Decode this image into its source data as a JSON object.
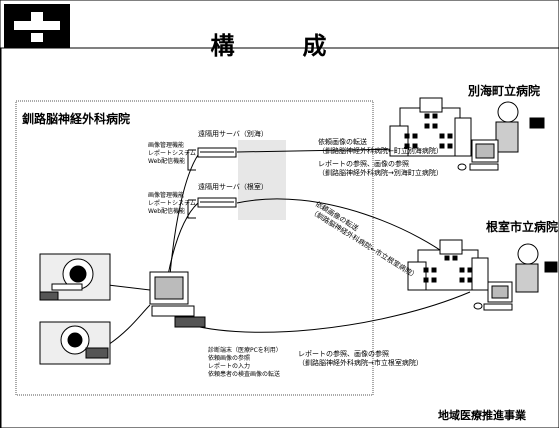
{
  "title": "構　成",
  "main_hospital": {
    "name": "釧路脳神経外科病院",
    "server_1": {
      "label": "遠隔用サーバ（別海）",
      "lines": [
        "画像管理機能",
        "レポートシステム",
        "Web配信機能"
      ]
    },
    "server_2": {
      "label": "遠隔用サーバ（根室）",
      "lines": [
        "画像管理機能",
        "レポートシステム",
        "Web配信機能"
      ]
    },
    "terminal_lines": [
      "診断端末（医療PCを利用）",
      "依頼画像の参照",
      "レポートの入力",
      "依頼患者の検査画像の転送"
    ]
  },
  "remote_1": {
    "name": "別海町立病院",
    "request_lines": [
      "依頼画像の転送",
      "（釧路脳神経外科病院←町立別海病院）"
    ],
    "report_lines": [
      "レポートの参照、画像の参照",
      "（釧路脳神経外科病院→別海町立病院）"
    ]
  },
  "remote_2": {
    "name": "根室市立病院",
    "request_lines": [
      "依頼画像の転送",
      "（釧路脳神経外科病院←市立根室病院）"
    ],
    "report_lines": [
      "レポートの参照、画像の参照",
      "（釧路脳神経外科病院→市立根室病院）"
    ]
  },
  "footer": "地域医療推進事業"
}
